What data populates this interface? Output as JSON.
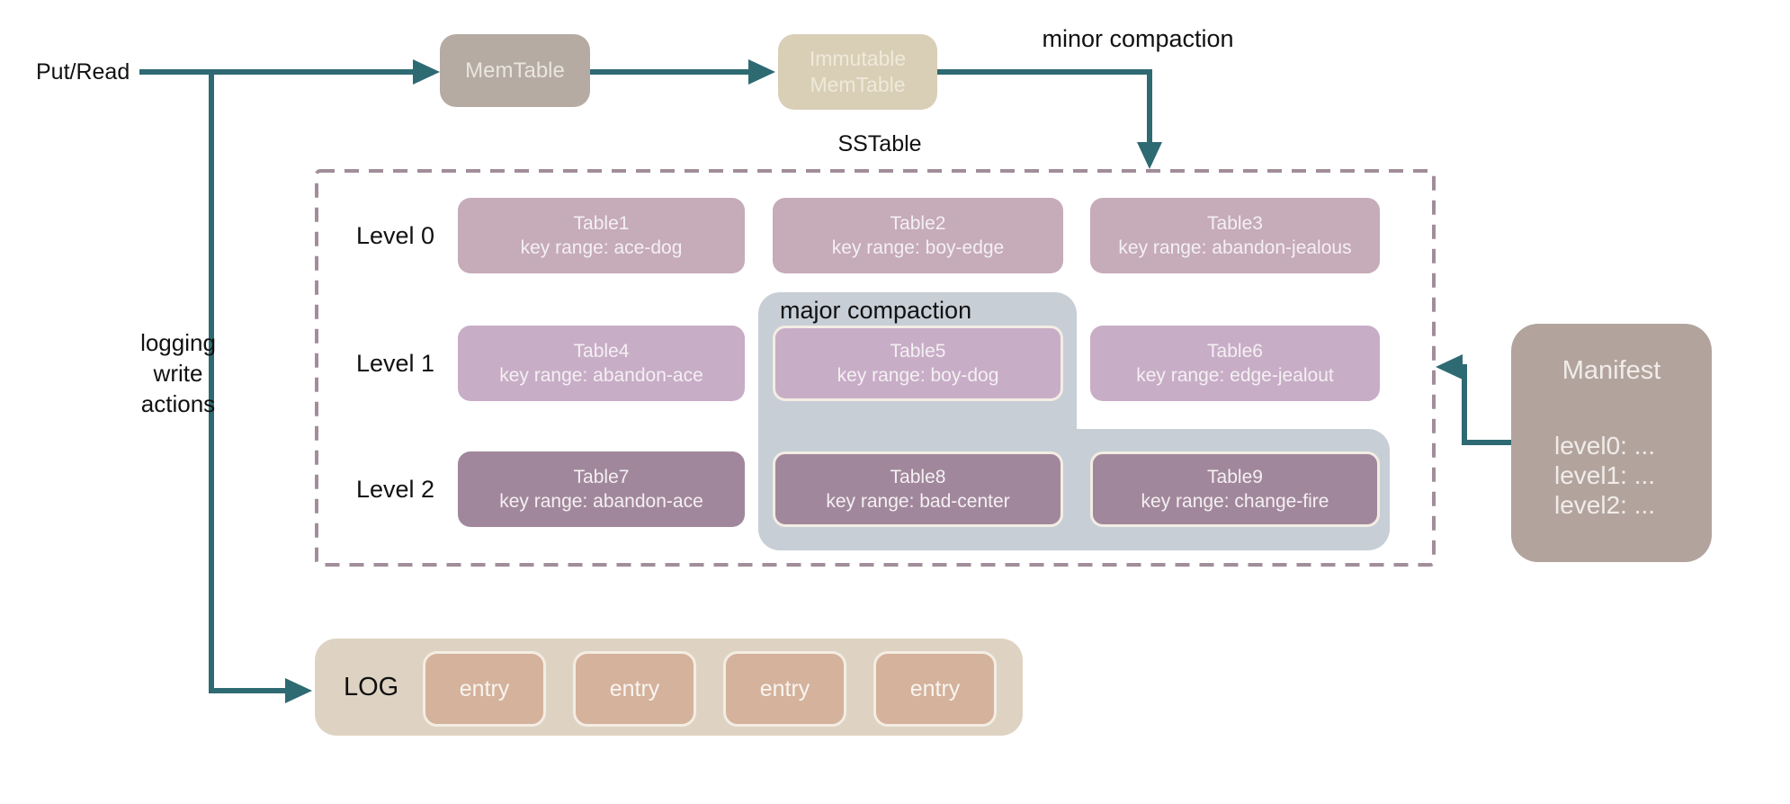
{
  "colors": {
    "teal": "#2E6A72",
    "dashed_border": "#A18E9A",
    "memtable_bg": "#B5ABA2",
    "memtable_text": "#E9E5DF",
    "immutable_bg": "#D9CFB6",
    "immutable_text": "#EFE9DA",
    "level0_bg": "#C6ABB9",
    "level1_bg": "#C8ADC7",
    "level2_bg": "#A1879C",
    "table_text": "#F4F0F2",
    "blue_region": "#C7CED6",
    "manifest_bg": "#B2A49D",
    "manifest_text": "#F1ECE9",
    "log_bg": "#DED3C3",
    "entry_bg": "#D5B29C",
    "entry_border": "#F3EDE3",
    "entry_text": "#F8F5F0",
    "label_text": "#111111"
  },
  "labels": {
    "put_read": "Put/Read",
    "minor_compaction": "minor compaction",
    "major_compaction": "major compaction",
    "sstable": "SSTable",
    "logging_lines": [
      "logging",
      "write",
      "actions"
    ]
  },
  "memtable": {
    "label": "MemTable"
  },
  "immutable_memtable": {
    "line1": "Immutable",
    "line2": "MemTable"
  },
  "levels": [
    {
      "label": "Level 0"
    },
    {
      "label": "Level 1"
    },
    {
      "label": "Level 2"
    }
  ],
  "tables": [
    {
      "name": "Table1",
      "range": "key range: ace-dog"
    },
    {
      "name": "Table2",
      "range": "key range: boy-edge"
    },
    {
      "name": "Table3",
      "range": "key range: abandon-jealous"
    },
    {
      "name": "Table4",
      "range": "key range: abandon-ace"
    },
    {
      "name": "Table5",
      "range": "key range: boy-dog"
    },
    {
      "name": "Table6",
      "range": "key range: edge-jealout"
    },
    {
      "name": "Table7",
      "range": "key range: abandon-ace"
    },
    {
      "name": "Table8",
      "range": "key range: bad-center"
    },
    {
      "name": "Table9",
      "range": "key range: change-fire"
    }
  ],
  "manifest": {
    "title": "Manifest",
    "entries": [
      "level0: ...",
      "level1: ...",
      "level2: ..."
    ]
  },
  "log": {
    "label": "LOG",
    "entries": [
      "entry",
      "entry",
      "entry",
      "entry"
    ]
  }
}
